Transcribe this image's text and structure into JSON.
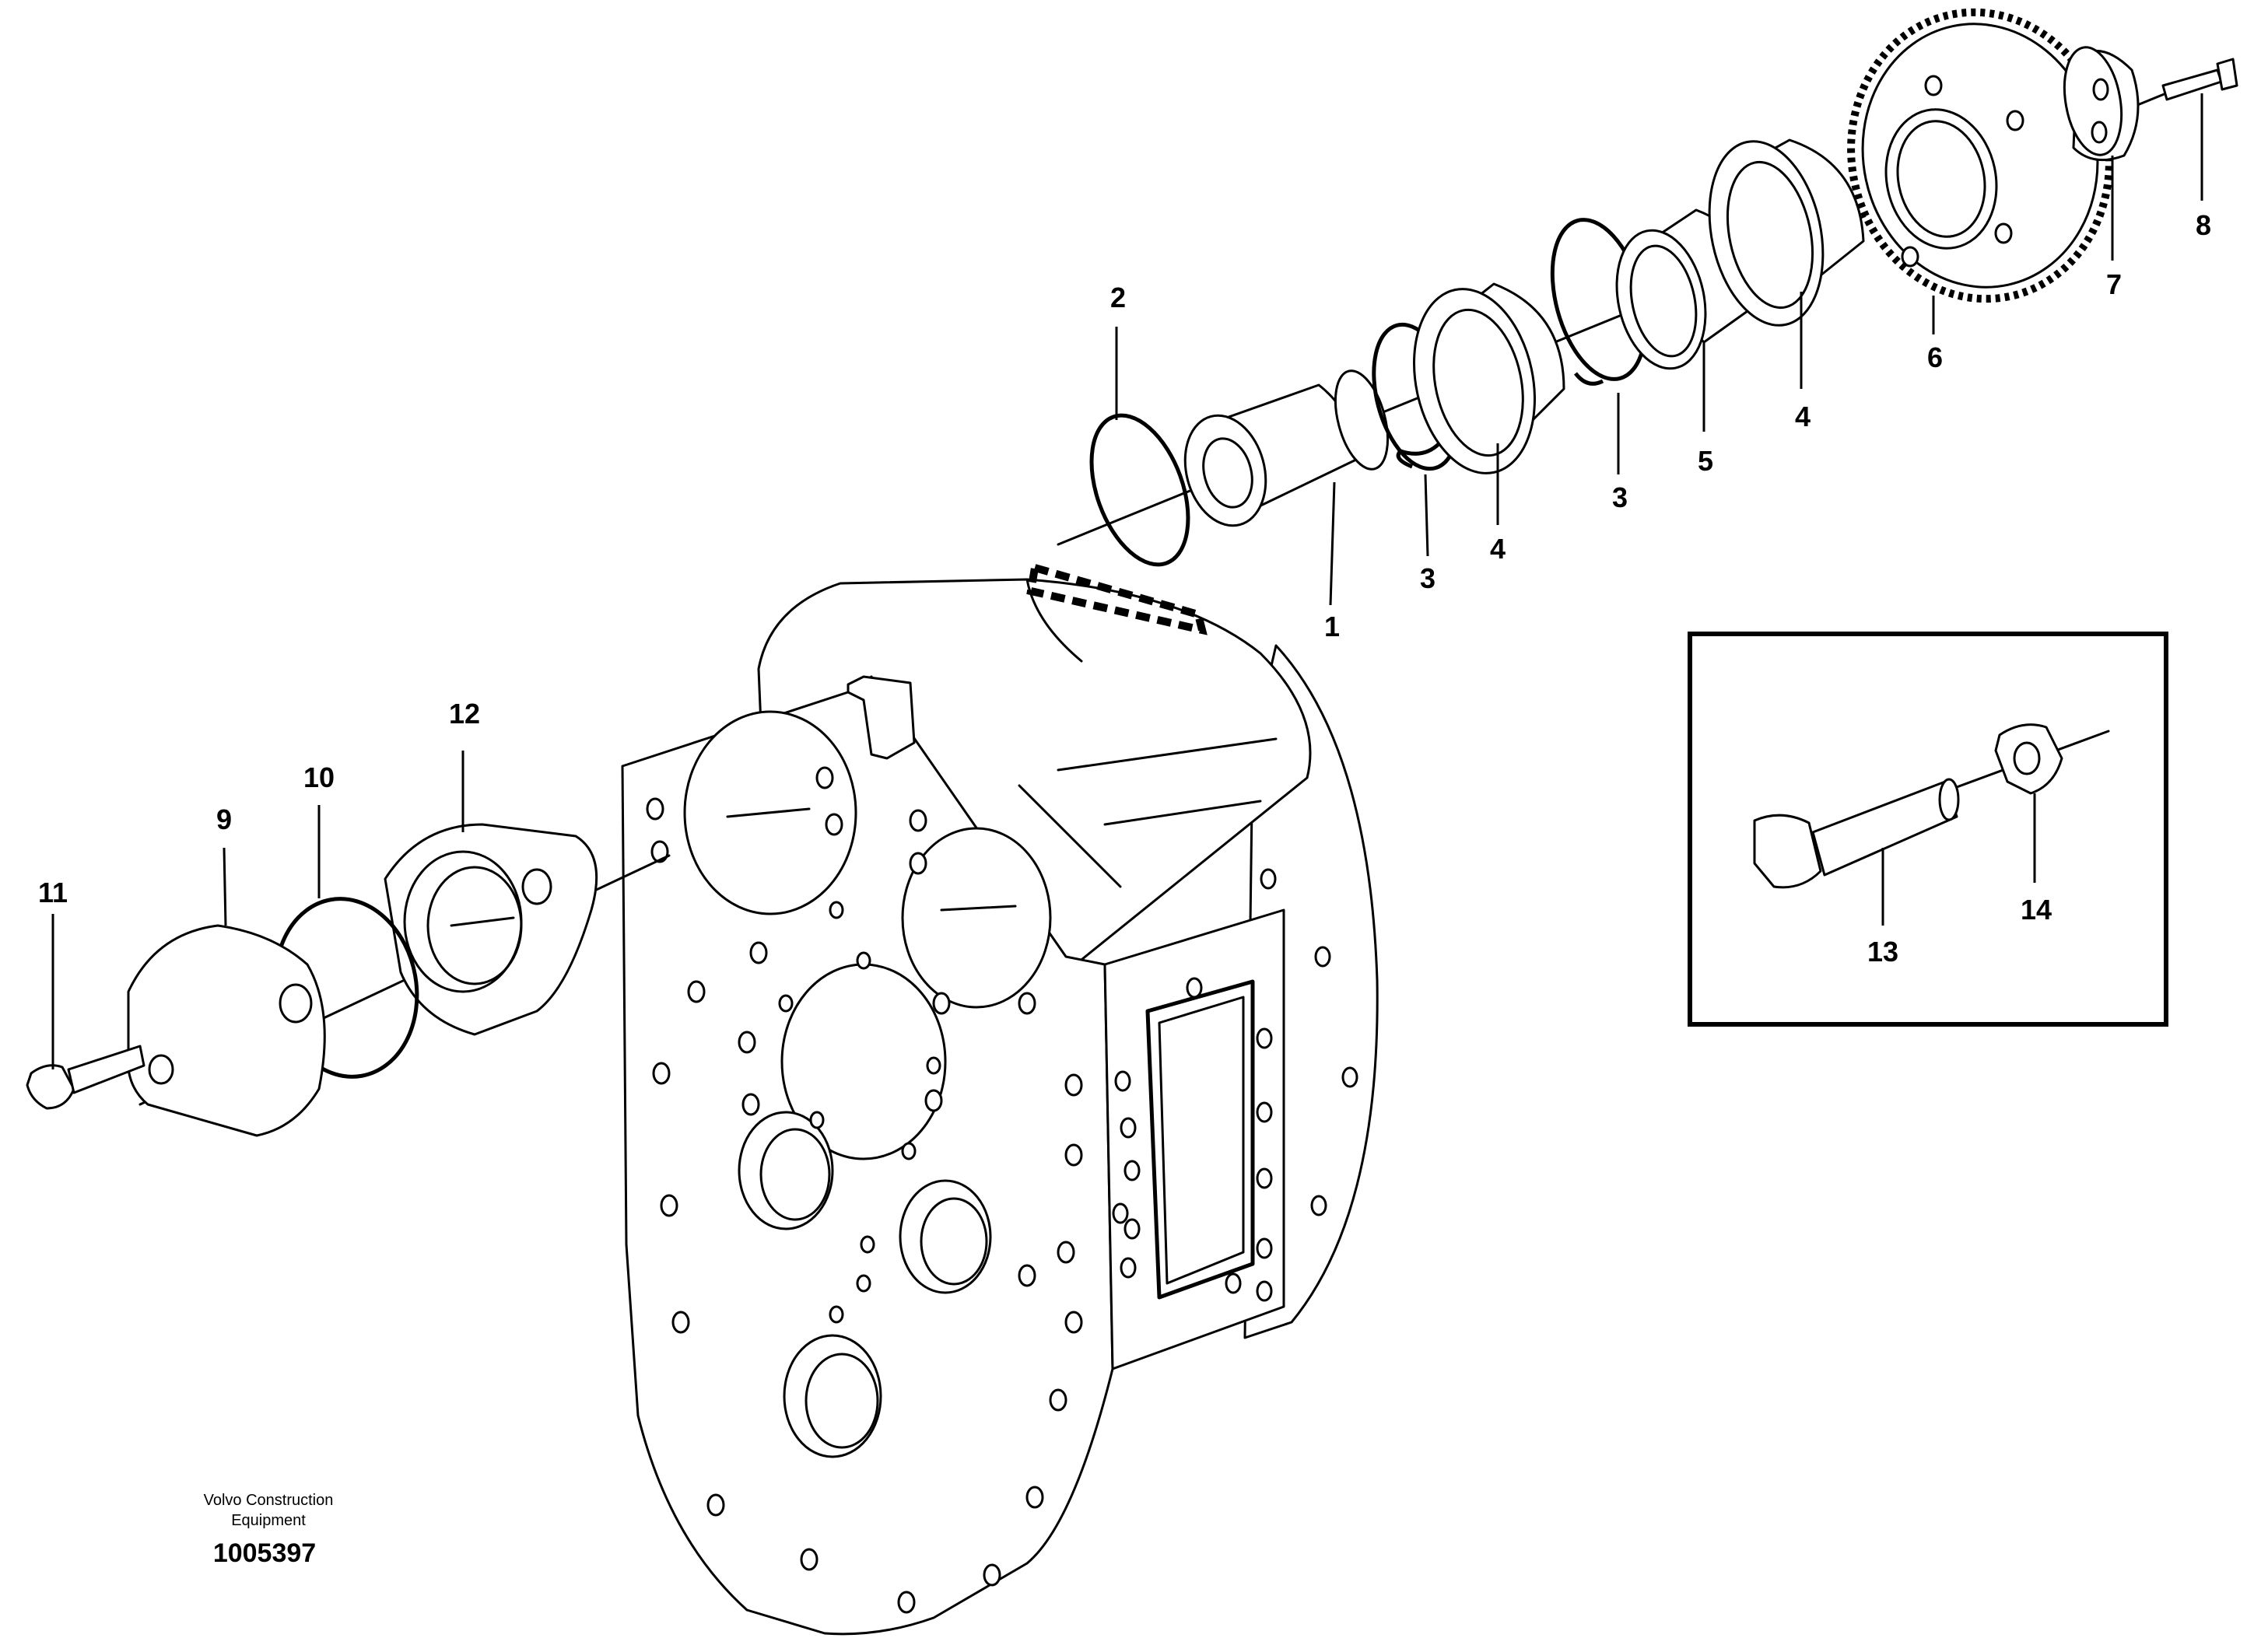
{
  "callouts": {
    "p1": "1",
    "p2": "2",
    "p3a": "3",
    "p3b": "3",
    "p4a": "4",
    "p4b": "4",
    "p5": "5",
    "p6": "6",
    "p7": "7",
    "p8": "8",
    "p9": "9",
    "p10": "10",
    "p11": "11",
    "p12": "12",
    "p13": "13",
    "p14": "14"
  },
  "credit": {
    "line1": "Volvo Construction",
    "line2": "Equipment",
    "doc_number": "1005397"
  }
}
